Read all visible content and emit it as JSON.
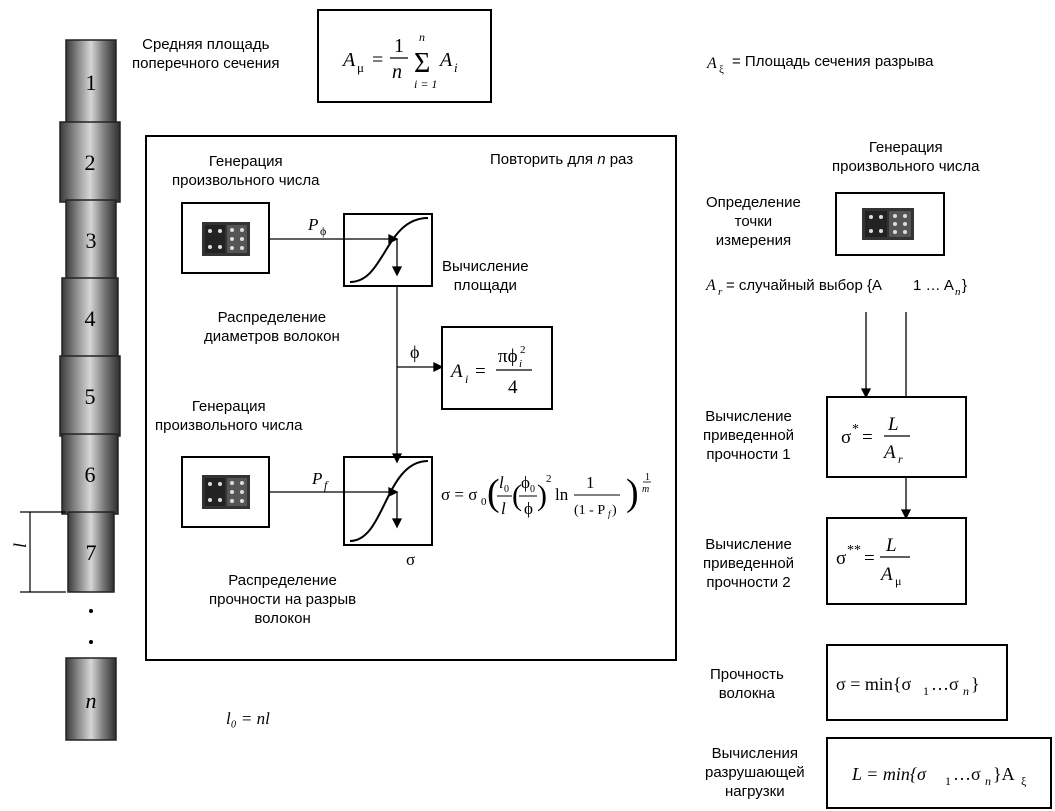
{
  "segments": [
    "1",
    "2",
    "3",
    "4",
    "5",
    "6",
    "7",
    "n"
  ],
  "l_symbol": "l",
  "l0_formula": "l₀ = nl",
  "top": {
    "avg_area_label": "Средняя площадь\nпоперечного сечения",
    "xi_label": "= Площадь сечения разрыва"
  },
  "inner": {
    "repeat_label": "Повторить для",
    "repeat_n": "n",
    "repeat_suffix": "раз",
    "rng1_label": "Генерация\nпроизвольного числа",
    "p_phi": "P",
    "calc_area_label": "Вычисление\nплощади",
    "diam_dist_label": "Распределение\nдиаметров волокон",
    "phi_symbol": "ϕ",
    "rng2_label": "Генерация\nпроизвольного числа",
    "p_f": "P",
    "sigma_symbol": "σ",
    "strength_dist_label": "Распределение\nпрочности на разрыв\nволокон"
  },
  "right": {
    "rng_label": "Генерация\nпроизвольного числа",
    "measure_label": "Определение\nточки\nизмерения",
    "random_choice": "= случайный выбор {A",
    "norm1_label": "Вычисление\nприведенной\nпрочности 1",
    "norm2_label": "Вычисление\nприведенной\nпрочности 2",
    "fiber_strength_label": "Прочность\nволокна",
    "break_load_label": "Вычисления\nразрушающей\nнагрузки",
    "min_sigma": "σ = min{σ",
    "min_load": "L = min{σ"
  },
  "icons": [
    "dice-icon",
    "dice-icon",
    "dice-icon"
  ]
}
